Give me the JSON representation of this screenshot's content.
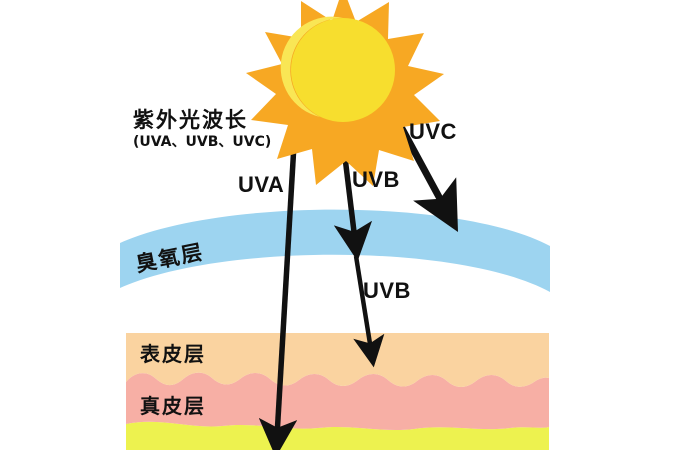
{
  "diagram": {
    "title_cn": "紫外光波长",
    "title_sub": "(UVA、UVB、UVC)",
    "labels": {
      "uva": "UVA",
      "uvb_upper": "UVB",
      "uvb_lower": "UVB",
      "uvc": "UVC",
      "ozone": "臭氧层",
      "epidermis": "表皮层",
      "dermis": "真皮层"
    }
  },
  "colors": {
    "sun_outer": "#F7A823",
    "sun_inner": "#F7DE2E",
    "sun_highlight": "#F9E655",
    "ozone": "#9DD4F0",
    "epidermis": "#FAD3A0",
    "dermis": "#F7AFA5",
    "subcutaneous": "#EDF24F",
    "ray": "#111111",
    "background": "#FFFFFF"
  },
  "chart_data": {
    "type": "diagram",
    "title": "紫外光波长 (UVA、UVB、UVC)",
    "elements": [
      {
        "name": "sun",
        "kind": "source",
        "cx": 343,
        "cy": 68,
        "r_inner": 52,
        "r_outer": 78,
        "points": 12
      },
      {
        "name": "ozone-layer",
        "kind": "band",
        "label": "臭氧层",
        "x_range": [
          120,
          550
        ],
        "y_range": [
          214,
          292
        ],
        "color": "#9DD4F0"
      },
      {
        "name": "epidermis",
        "kind": "band",
        "label": "表皮层",
        "x_range": [
          126,
          549
        ],
        "y_range": [
          333,
          378
        ],
        "color": "#FAD3A0"
      },
      {
        "name": "dermis",
        "kind": "band",
        "label": "真皮层",
        "x_range": [
          126,
          549
        ],
        "y_range": [
          378,
          424
        ],
        "color": "#F7AFA5"
      },
      {
        "name": "subcutaneous",
        "kind": "band",
        "label": "",
        "x_range": [
          126,
          549
        ],
        "y_range": [
          424,
          450
        ],
        "color": "#EDF24F"
      }
    ],
    "rays": [
      {
        "label": "UVA",
        "from": [
          296,
          110
        ],
        "to": [
          277,
          448
        ],
        "penetrates": "subcutaneous",
        "blocked_by": null
      },
      {
        "label": "UVB",
        "from": [
          340,
          116
        ],
        "to": [
          356,
          252
        ],
        "penetrates": "ozone-layer",
        "blocked_by": "ozone-layer"
      },
      {
        "label": "UVB",
        "from": [
          356,
          252
        ],
        "to": [
          373,
          362
        ],
        "penetrates": "epidermis",
        "blocked_by": "epidermis"
      },
      {
        "label": "UVC",
        "from": [
          393,
          112
        ],
        "to": [
          452,
          220
        ],
        "penetrates": "none",
        "blocked_by": "ozone-layer"
      }
    ]
  }
}
